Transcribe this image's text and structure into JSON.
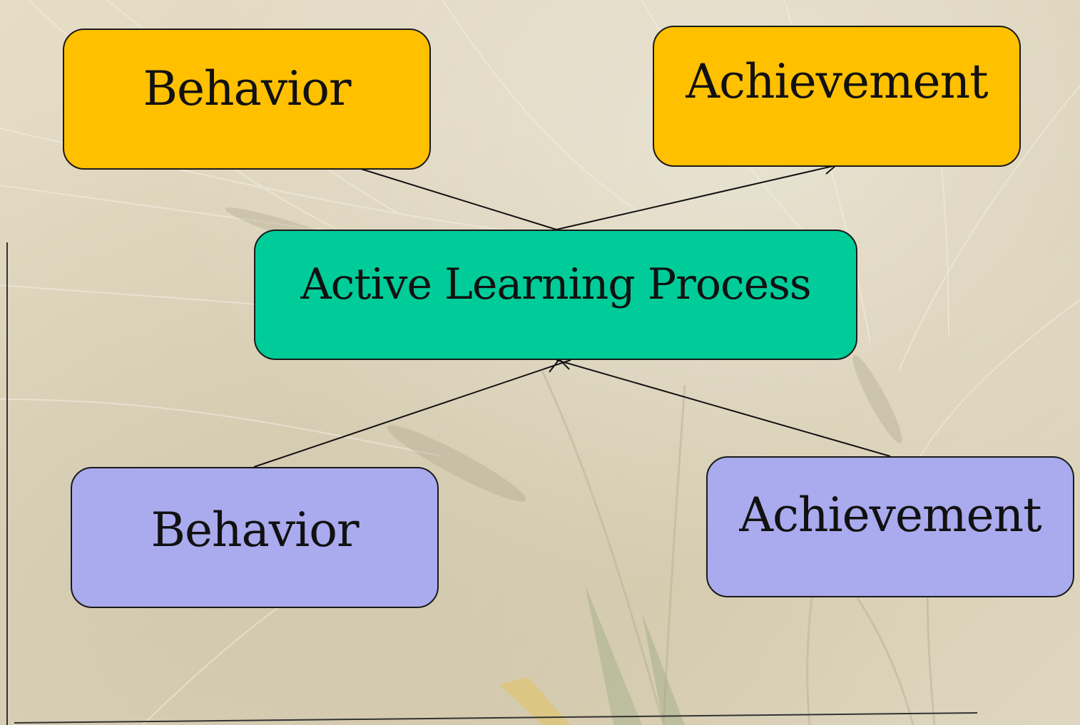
{
  "diagram": {
    "nodes": {
      "behavior_top": {
        "label": "Behavior",
        "color": "#FFC000"
      },
      "achievement_top": {
        "label": "Achievement",
        "color": "#FFC000"
      },
      "process": {
        "label": "Active Learning Process",
        "color": "#00CC99"
      },
      "behavior_bottom": {
        "label": "Behavior",
        "color": "#AAAAEE"
      },
      "achievement_bottom": {
        "label": "Achievement",
        "color": "#AAAAEE"
      }
    },
    "edges": [
      {
        "from": "process",
        "to": "behavior_top"
      },
      {
        "from": "process",
        "to": "achievement_top"
      },
      {
        "from": "behavior_bottom",
        "to": "process"
      },
      {
        "from": "achievement_bottom",
        "to": "process"
      }
    ]
  }
}
